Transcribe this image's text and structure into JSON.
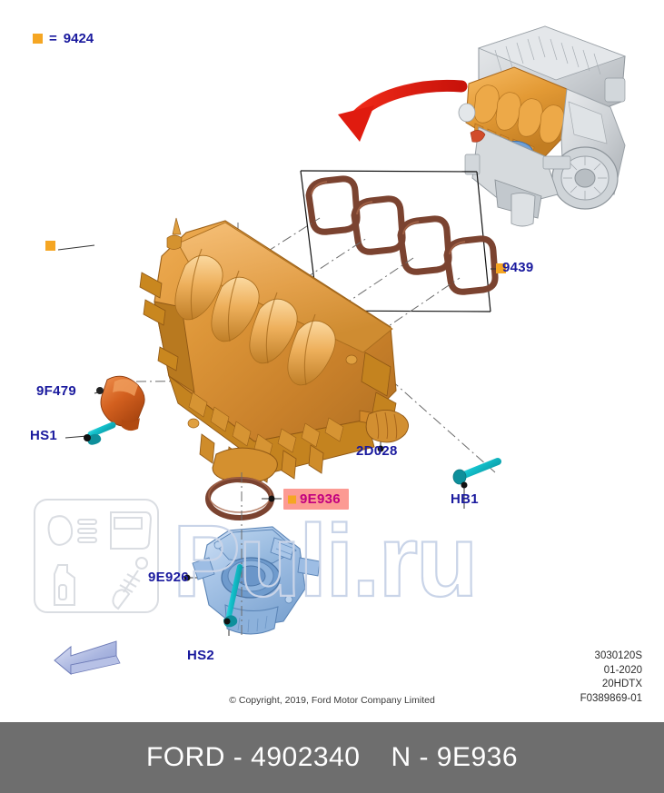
{
  "diagram": {
    "title": "Ford intake manifold exploded parts diagram",
    "legend": {
      "marker_label": "=",
      "code": "9424",
      "marker_color": "#f5a623"
    },
    "callouts": [
      {
        "id": "c-9424-manifold",
        "code": "9424",
        "kind": "square-marker",
        "part": "intake-manifold"
      },
      {
        "id": "c-9439",
        "code": "9439",
        "kind": "square-marker",
        "part": "intake-manifold-gasket-set"
      },
      {
        "id": "c-9f479",
        "code": "9F479",
        "kind": "text",
        "part": "manifold-runner-control-sensor"
      },
      {
        "id": "c-hs1",
        "code": "HS1",
        "kind": "text",
        "part": "screw-hs1"
      },
      {
        "id": "c-2d028",
        "code": "2D028",
        "kind": "text",
        "part": "vacuum-connector"
      },
      {
        "id": "c-hb1",
        "code": "HB1",
        "kind": "text",
        "part": "bolt-hb1"
      },
      {
        "id": "c-9e936",
        "code": "9E936",
        "kind": "highlighted",
        "part": "throttle-body-gasket"
      },
      {
        "id": "c-9e926",
        "code": "9E926",
        "kind": "text",
        "part": "throttle-body"
      },
      {
        "id": "c-hs2",
        "code": "HS2",
        "kind": "text",
        "part": "screw-hs2"
      }
    ],
    "meta_lines": [
      "3030120S",
      "01-2020",
      "20HDTX",
      "F0389869-01"
    ],
    "copyright": "© Copyright, 2019, Ford Motor Company Limited",
    "watermark": "Puli.ru",
    "colors": {
      "label": "#1a1a9e",
      "marker": "#f5a623",
      "highlight_bg": "#fc9a93",
      "highlight_text": "#c2007f",
      "manifold": "#d99032",
      "gasket": "#7b4330",
      "throttle_body": "#9cbce2",
      "fastener": "#17c4cf",
      "arrow": "#e01b0f",
      "banner_bg": "#6e6e6e"
    }
  },
  "banner": {
    "brand_part": "FORD - 4902340",
    "alt_part": "N - 9E936"
  }
}
